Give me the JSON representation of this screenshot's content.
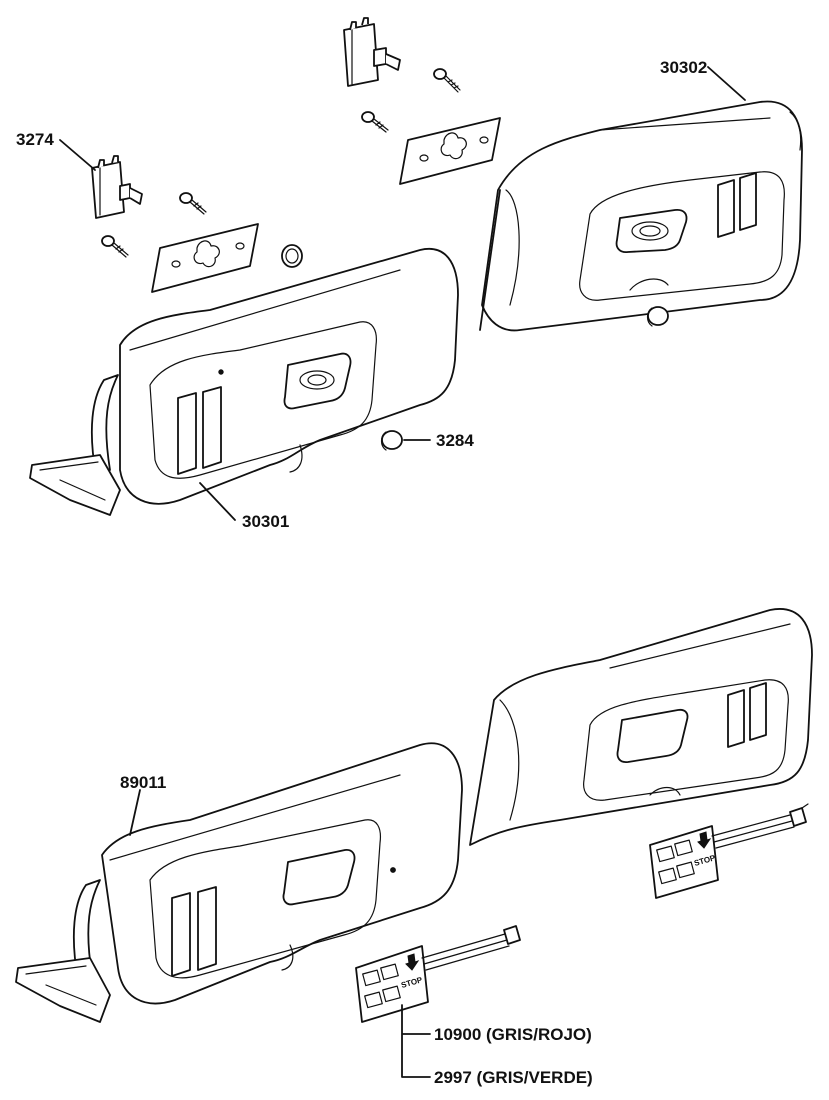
{
  "labels": {
    "part_3274": "3274",
    "part_30302": "30302",
    "part_3284": "3284",
    "part_30301": "30301",
    "part_89011": "89011",
    "part_10900": "10900 (GRIS/ROJO)",
    "part_2997": "2997 (GRIS/VERDE)"
  },
  "panel_text": {
    "stop_right": "STOP",
    "stop_bottom": "STOP"
  }
}
